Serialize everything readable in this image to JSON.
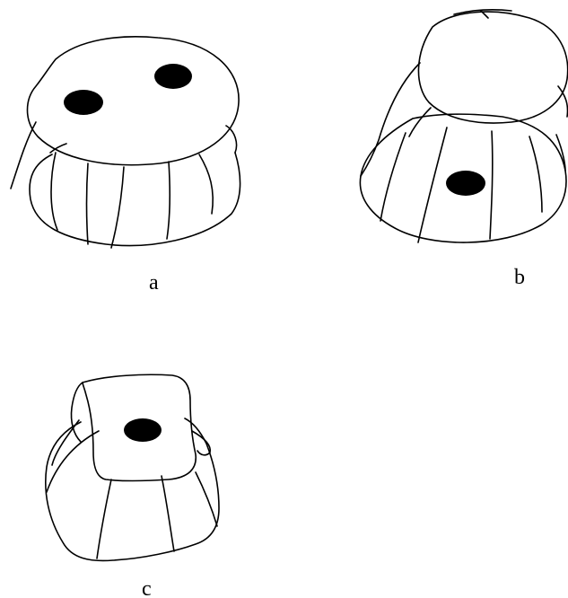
{
  "figure": {
    "panels": [
      {
        "label": "a",
        "hole_count": 2
      },
      {
        "label": "b",
        "hole_count": 1
      },
      {
        "label": "c",
        "hole_count": 1
      }
    ]
  }
}
